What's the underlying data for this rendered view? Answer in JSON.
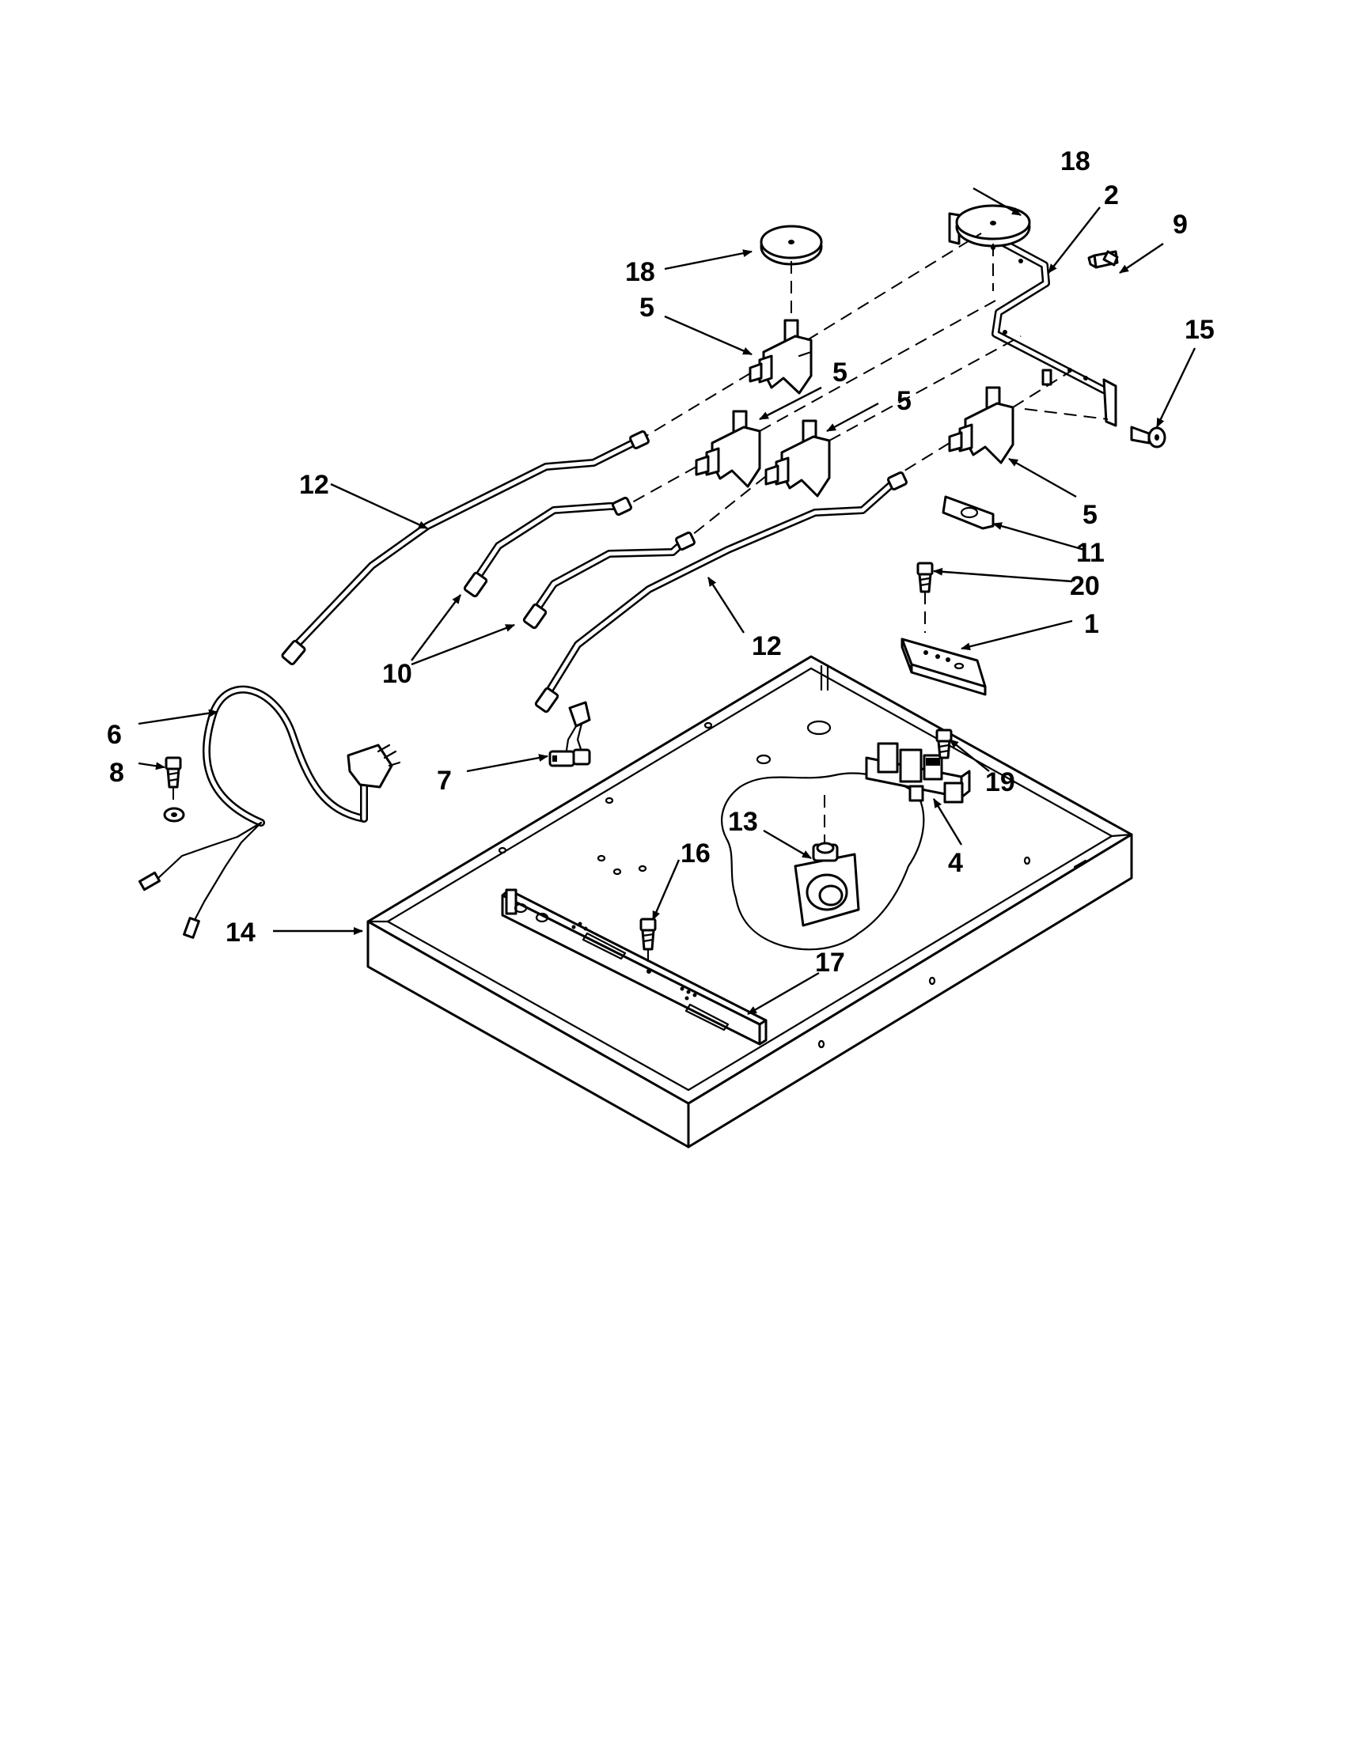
{
  "callouts": {
    "c1": "1",
    "c2": "2",
    "c4": "4",
    "c5a": "5",
    "c5b": "5",
    "c5c": "5",
    "c5d": "5",
    "c6": "6",
    "c7": "7",
    "c8": "8",
    "c9": "9",
    "c10": "10",
    "c11": "11",
    "c12a": "12",
    "c12b": "12",
    "c13": "13",
    "c14": "14",
    "c15": "15",
    "c16": "16",
    "c17": "17",
    "c18a": "18",
    "c18b": "18",
    "c19": "19",
    "c20": "20"
  },
  "colors": {
    "line": "#000000",
    "paper": "#ffffff"
  }
}
